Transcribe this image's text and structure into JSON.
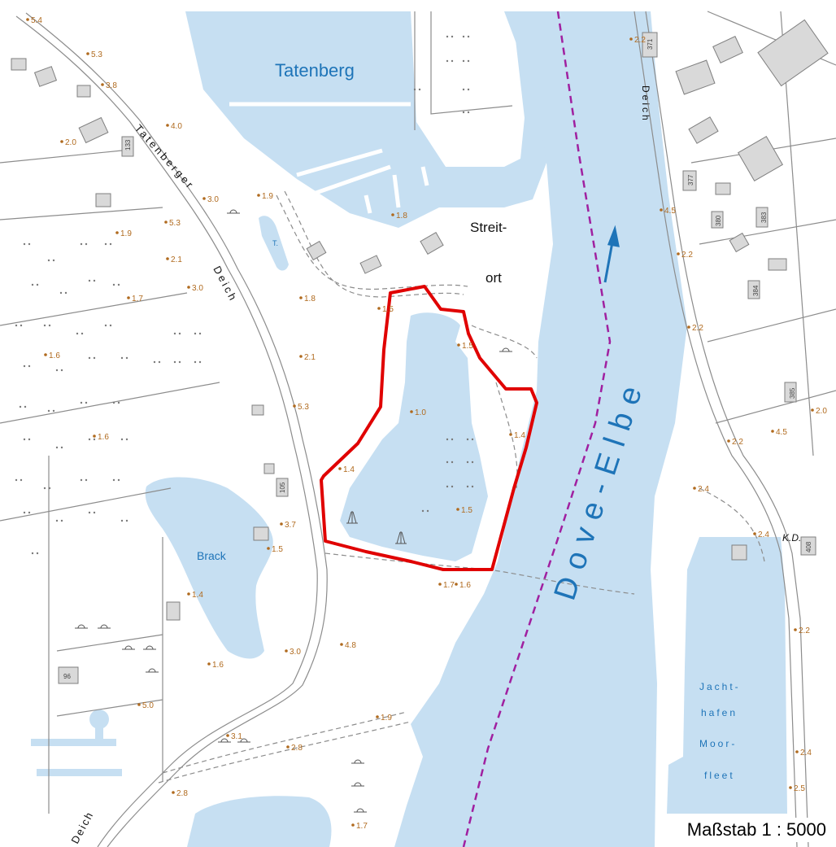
{
  "map": {
    "water_labels": {
      "tatenberg": "Tatenberg",
      "dove_elbe": "Dove-Elbe",
      "brack": "Brack",
      "teich": "T.",
      "jachthafen": [
        "Jacht-",
        "hafen",
        "Moor-",
        "fleet"
      ]
    },
    "place_labels": {
      "streit": "Streit-",
      "ort": "ort"
    },
    "street_labels": {
      "tatenberger": "Tatenberger",
      "deich_left": "Deich",
      "deich_right": "Deich",
      "deich_bottom": "Deich"
    },
    "house_numbers": [
      "133",
      "105",
      "96",
      "371",
      "377",
      "380",
      "383",
      "384",
      "385",
      "408"
    ],
    "other_labels": {
      "kd": "K.D."
    },
    "elevations": [
      "5.4",
      "5.3",
      "3.8",
      "4.0",
      "2.0",
      "3.0",
      "1.9",
      "1.8",
      "5.3",
      "1.9",
      "2.1",
      "3.0",
      "1.7",
      "1.8",
      "1.6",
      "2.1",
      "1.5",
      "1.5",
      "1.0",
      "1.4",
      "5.3",
      "1.6",
      "1.4",
      "1.5",
      "3.7",
      "1.5",
      "1.7",
      "1.6",
      "1.4",
      "3.0",
      "4.8",
      "1.6",
      "5.0",
      "1.9",
      "3.1",
      "2.8",
      "2.8",
      "1.7",
      "2.2",
      "4.5",
      "2.2",
      "2.2",
      "2.0",
      "4.5",
      "2.2",
      "2.4",
      "2.4",
      "2.2",
      "2.4",
      "2.5"
    ],
    "colors": {
      "water": "#c6dff2",
      "water_label": "#1e74b8",
      "boundary": "#e00000",
      "border_line": "#a020a0",
      "elevation": "#b06a1e",
      "building": "#d9d9d9"
    },
    "icons": [
      "flow-arrow-icon",
      "marsh-symbol-icon",
      "deciduous-tree-icon",
      "orchard-dot-icon"
    ]
  },
  "scale": {
    "label": "Maßstab 1 : 5000"
  }
}
